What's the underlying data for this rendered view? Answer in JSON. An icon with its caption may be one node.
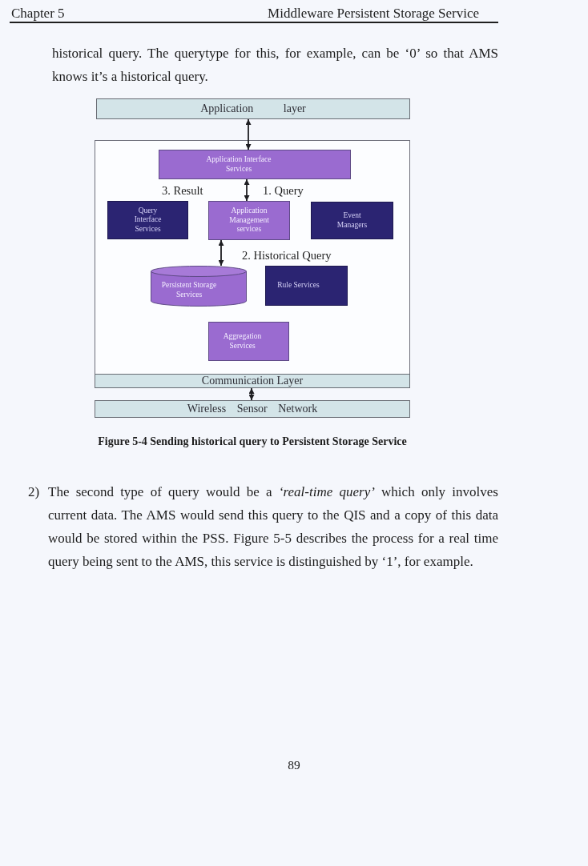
{
  "diagram": {
    "caption": "Figure 5-4 Sending historical query to Persistent Storage Service",
    "nodes": [
      {
        "text": [
          "Application layer"
        ]
      },
      {
        "text": [],
        "shape": "box"
      },
      {
        "text": [
          "Application Interface Services"
        ],
        "in": 1
      },
      {
        "text": [
          "Query Interface Services"
        ],
        "in": 1
      },
      {
        "text": [
          "Application Management services"
        ],
        "in": 1
      },
      {
        "text": [
          "Event Managers"
        ],
        "in": 1
      },
      {
        "text": [
          "Persistent Storage Services"
        ],
        "in": 1
      },
      {
        "text": [
          "Rule Services"
        ],
        "in": 1
      },
      {
        "text": [
          "Aggregation Services"
        ],
        "in": 1
      },
      {
        "text": [
          "Communication Layer"
        ],
        "in": 1
      },
      {
        "text": [
          "Wireless Sensor Network"
        ]
      }
    ],
    "edges": [
      {
        "from": 0,
        "to": 2,
        "arrow": "both"
      },
      {
        "from": 2,
        "to": 4,
        "arrow": "both"
      },
      {
        "from": 4,
        "to": 6,
        "arrow": "both"
      },
      {
        "from": 9,
        "to": 10,
        "arrow": "both"
      }
    ],
    "labels": [
      "Chapter 5",
      "Middleware Persistent Storage Service",
      "historical query. The querytype for this, for example, can be ‘0’ so that AMS knows it’s a historical query.",
      "3. Result",
      "1. Query",
      "2. Historical Query",
      "2)",
      "The second type of query would be a *‘real-time query’* which only involves current data. The AMS would send this query to the QIS and a copy of this data would be stored within the PSS. Figure 5-5 describes the process for a real time query being sent to the AMS, this service is distinguished by ‘1’, for example.",
      "89"
    ]
  }
}
